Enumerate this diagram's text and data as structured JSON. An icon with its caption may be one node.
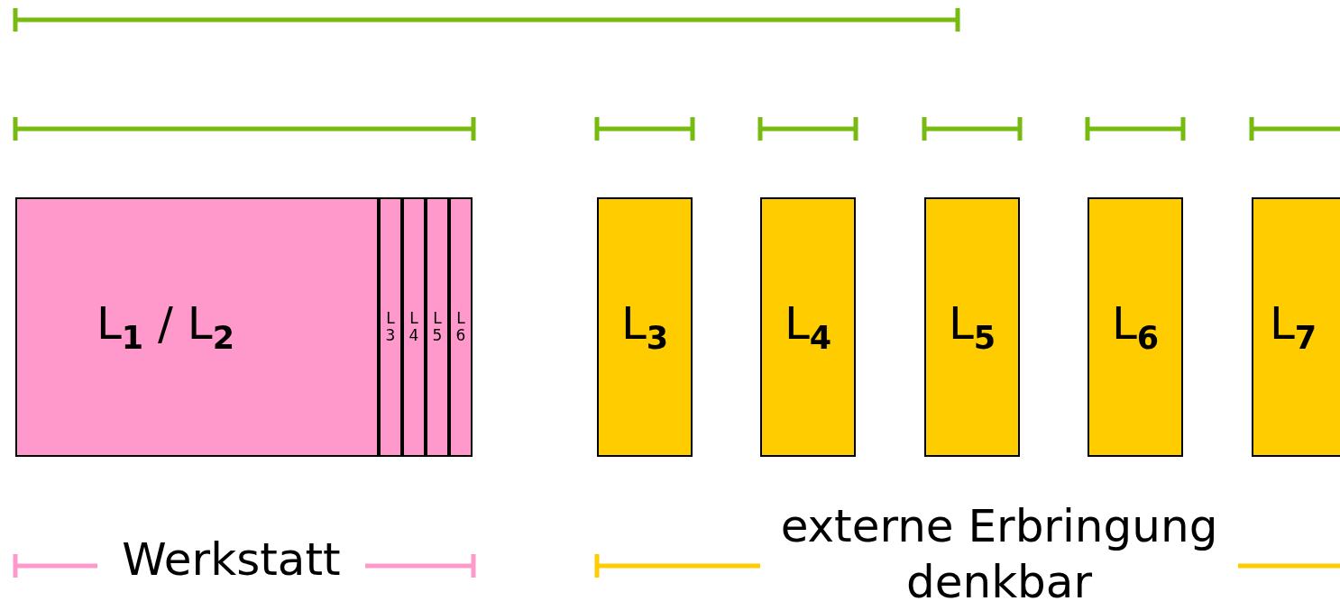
{
  "diagram": {
    "nodes": [
      {
        "text": [
          "L$_{1}$ / L$_{2}$"
        ]
      },
      {
        "text": [
          "L 3"
        ]
      },
      {
        "text": [
          "L 4"
        ]
      },
      {
        "text": [
          "L 5"
        ]
      },
      {
        "text": [
          "L 6"
        ]
      },
      {
        "text": [
          "L$_{3}$"
        ]
      },
      {
        "text": [
          "L$_{4}$"
        ]
      },
      {
        "text": [
          "L$_{5}$"
        ]
      },
      {
        "text": [
          "L$_{6}$"
        ]
      },
      {
        "text": [
          "L$_{7}$"
        ]
      }
    ],
    "labels": [
      "Werkstatt",
      "externe Erbringung denkbar"
    ]
  }
}
